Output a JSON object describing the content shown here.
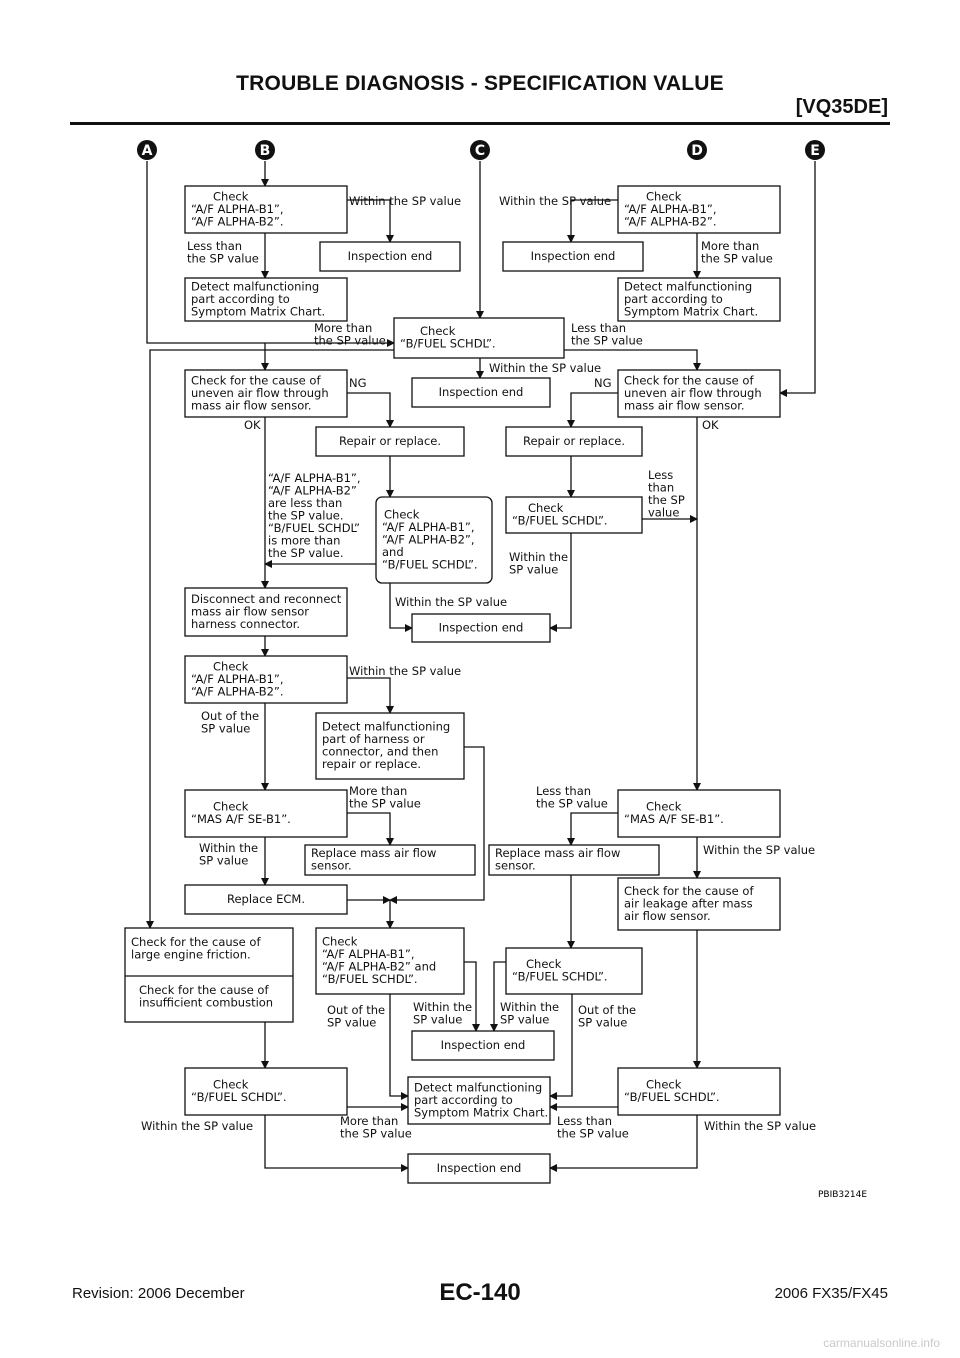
{
  "header": {
    "title": "TROUBLE DIAGNOSIS - SPECIFICATION VALUE",
    "engine": "[VQ35DE]"
  },
  "footer": {
    "revision": "Revision: 2006 December",
    "page": "EC-140",
    "model": "2006 FX35/FX45",
    "watermark": "carmanualsonline.info"
  },
  "figure_id": "PBIB3214E",
  "connectors": [
    "A",
    "B",
    "C",
    "D",
    "E"
  ],
  "boxes": {
    "b1": [
      "Check",
      "“A/F ALPHA-B1”,",
      "“A/F ALPHA-B2”."
    ],
    "b2": [
      "Inspection end"
    ],
    "b3": [
      "Detect malfunctioning",
      "part according to",
      "Symptom Matrix Chart."
    ],
    "b4": [
      "Check",
      "“A/F ALPHA-B1”,",
      "“A/F ALPHA-B2”."
    ],
    "b5": [
      "Inspection end"
    ],
    "b6": [
      "Detect malfunctioning",
      "part according to",
      "Symptom Matrix Chart."
    ],
    "b7": [
      "Check",
      "“B/FUEL SCHDL”."
    ],
    "b8": [
      "Inspection end"
    ],
    "b9": [
      "Check for the cause of",
      "uneven air flow through",
      "mass air flow sensor."
    ],
    "b10": [
      "Check for the cause of",
      "uneven air flow through",
      "mass air flow sensor."
    ],
    "b11": [
      "Repair or replace."
    ],
    "b12": [
      "Repair or replace."
    ],
    "b13": [
      "Check",
      "“A/F ALPHA-B1”,",
      "“A/F ALPHA-B2”,",
      "and",
      "“B/FUEL SCHDL”."
    ],
    "b14": [
      "Check",
      "“B/FUEL SCHDL”."
    ],
    "b15": [
      "Disconnect and reconnect",
      "mass air flow sensor",
      "harness connector."
    ],
    "b16": [
      "Inspection end"
    ],
    "b17": [
      "Check",
      "“A/F ALPHA-B1”,",
      "“A/F ALPHA-B2”."
    ],
    "b18": [
      "Detect malfunctioning",
      "part of harness or",
      "connector, and then",
      "repair or replace."
    ],
    "b19": [
      "Check",
      "“MAS A/F SE-B1”."
    ],
    "b20": [
      "Check",
      "“MAS A/F SE-B1”."
    ],
    "b21": [
      "Replace mass air flow",
      "sensor."
    ],
    "b22": [
      "Replace mass air flow",
      "sensor."
    ],
    "b23": [
      "Replace ECM."
    ],
    "b24": [
      "Check for the cause of",
      "air leakage after mass",
      "air flow sensor."
    ],
    "b25": [
      "Check for the cause of",
      "large engine friction."
    ],
    "b25b": [
      "Check for the cause of",
      "insufficient combustion"
    ],
    "b26": [
      "Check",
      "“A/F ALPHA-B1”,",
      "“A/F ALPHA-B2” and",
      "“B/FUEL SCHDL”."
    ],
    "b27": [
      "Check",
      "“B/FUEL SCHDL”."
    ],
    "b28": [
      "Inspection end"
    ],
    "b29": [
      "Check",
      "“B/FUEL SCHDL”."
    ],
    "b30": [
      "Detect malfunctioning",
      "part  according to",
      "Symptom Matrix Chart."
    ],
    "b31": [
      "Check",
      "“B/FUEL SCHDL”."
    ],
    "b32": [
      "Inspection end"
    ]
  },
  "labels": {
    "l1": [
      "Within the SP value"
    ],
    "l2": [
      "Less than",
      "the SP value"
    ],
    "l3": [
      "Within the SP value"
    ],
    "l4": [
      "More than",
      "the SP value"
    ],
    "l5": [
      "More than",
      "the SP value"
    ],
    "l6": [
      "Less than",
      "the SP value"
    ],
    "l7": [
      "Within the SP value"
    ],
    "l8": [
      "NG"
    ],
    "l9": [
      "NG"
    ],
    "l10": [
      "OK"
    ],
    "l11": [
      "OK"
    ],
    "l12": [
      "“A/F ALPHA-B1”,",
      "“A/F ALPHA-B2”",
      "are less than",
      "the SP value.",
      "“B/FUEL SCHDL”",
      "is more than",
      "the SP value."
    ],
    "l13": [
      "Less",
      "than",
      "the SP",
      "value"
    ],
    "l14": [
      "Within the",
      "SP value"
    ],
    "l15": [
      "Within the SP value"
    ],
    "l16": [
      "Within the SP value"
    ],
    "l17": [
      "Out of the",
      "SP value"
    ],
    "l18": [
      "More than",
      "the SP value"
    ],
    "l19": [
      "Less than",
      "the SP value"
    ],
    "l20": [
      "Within the",
      "SP value"
    ],
    "l21": [
      "Within the SP value"
    ],
    "l22": [
      "Out of the",
      "SP value"
    ],
    "l23": [
      "Within the",
      "SP value"
    ],
    "l24": [
      "Within the",
      "SP value"
    ],
    "l25": [
      "Out of the",
      "SP value"
    ],
    "l26": [
      "Within the SP value"
    ],
    "l27": [
      "More than",
      "the SP value"
    ],
    "l28": [
      "Less than",
      "the SP value"
    ],
    "l29": [
      "Within the SP value"
    ]
  }
}
